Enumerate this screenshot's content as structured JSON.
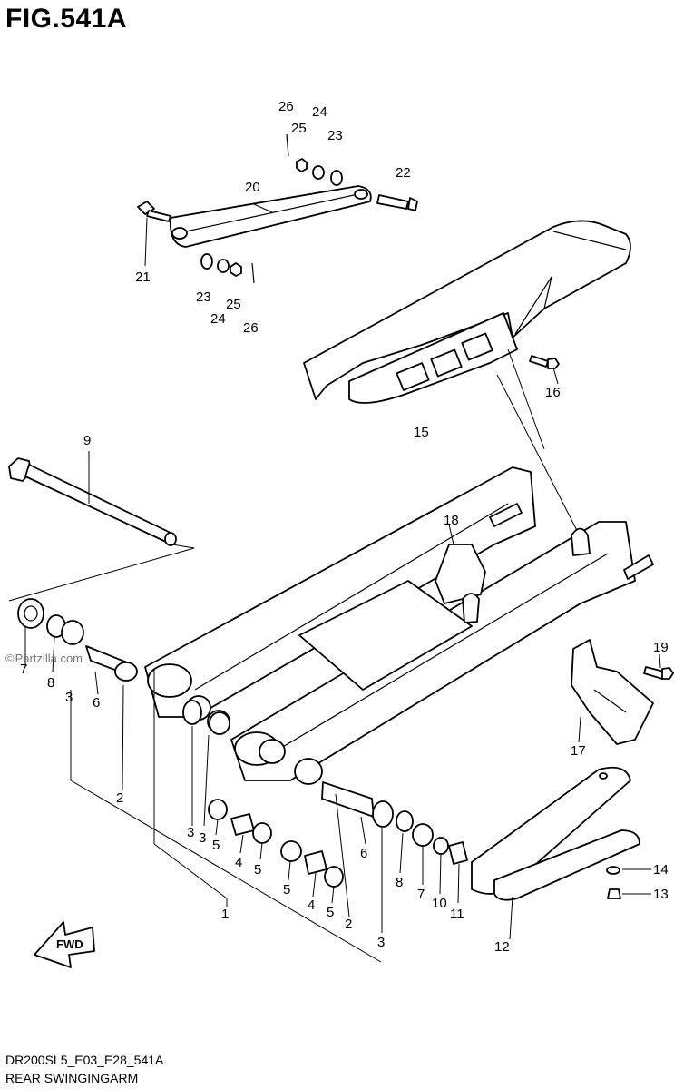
{
  "title": "FIG.541A",
  "footer": {
    "code": "DR200SL5_E03_E28_541A",
    "caption": "REAR SWINGINGARM"
  },
  "watermark": {
    "symbol": "©",
    "text": "Partzilla.com"
  },
  "fwd_label": "FWD",
  "callouts": {
    "c26a": "26",
    "c25a": "25",
    "c24a": "24",
    "c23a": "23",
    "c22": "22",
    "c20": "20",
    "c21": "21",
    "c23b": "23",
    "c24b": "24",
    "c25b": "25",
    "c26b": "26",
    "c16": "16",
    "c15": "15",
    "c9": "9",
    "c18": "18",
    "c19": "19",
    "c17": "17",
    "c7a": "7",
    "c8a": "8",
    "c3a": "3",
    "c6a": "6",
    "c2a": "2",
    "c3b": "3",
    "c3c": "3",
    "c5a": "5",
    "c4a": "4",
    "c5b": "5",
    "c5c": "5",
    "c4b": "4",
    "c5d": "5",
    "c1": "1",
    "c2b": "2",
    "c3d": "3",
    "c6b": "6",
    "c8b": "8",
    "c7b": "7",
    "c10": "10",
    "c11": "11",
    "c12": "12",
    "c14": "14",
    "c13": "13"
  }
}
